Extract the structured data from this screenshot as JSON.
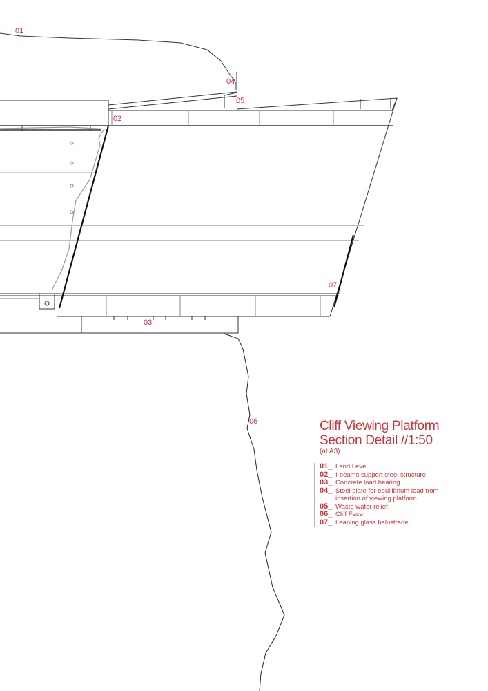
{
  "title_line1": "Cliff Viewing Platform",
  "title_line2": "Section Detail //1:50",
  "subtitle": "(at A3)",
  "accent_color": "#c8363a",
  "callouts": [
    "01",
    "02",
    "03",
    "04",
    "05",
    "06",
    "07"
  ],
  "legend": [
    {
      "num": "01_",
      "text": "Land Level."
    },
    {
      "num": "02_",
      "text": "I-beams support steel structure."
    },
    {
      "num": "03_",
      "text": "Concrete load bearing."
    },
    {
      "num": "04_",
      "text": "Steel plate for equilibrium load from insertion of viewing platform."
    },
    {
      "num": "05_",
      "text": "Waste water relief."
    },
    {
      "num": "06_",
      "text": "Cliff Face."
    },
    {
      "num": "07_",
      "text": "Leaning glass balustrade."
    }
  ]
}
